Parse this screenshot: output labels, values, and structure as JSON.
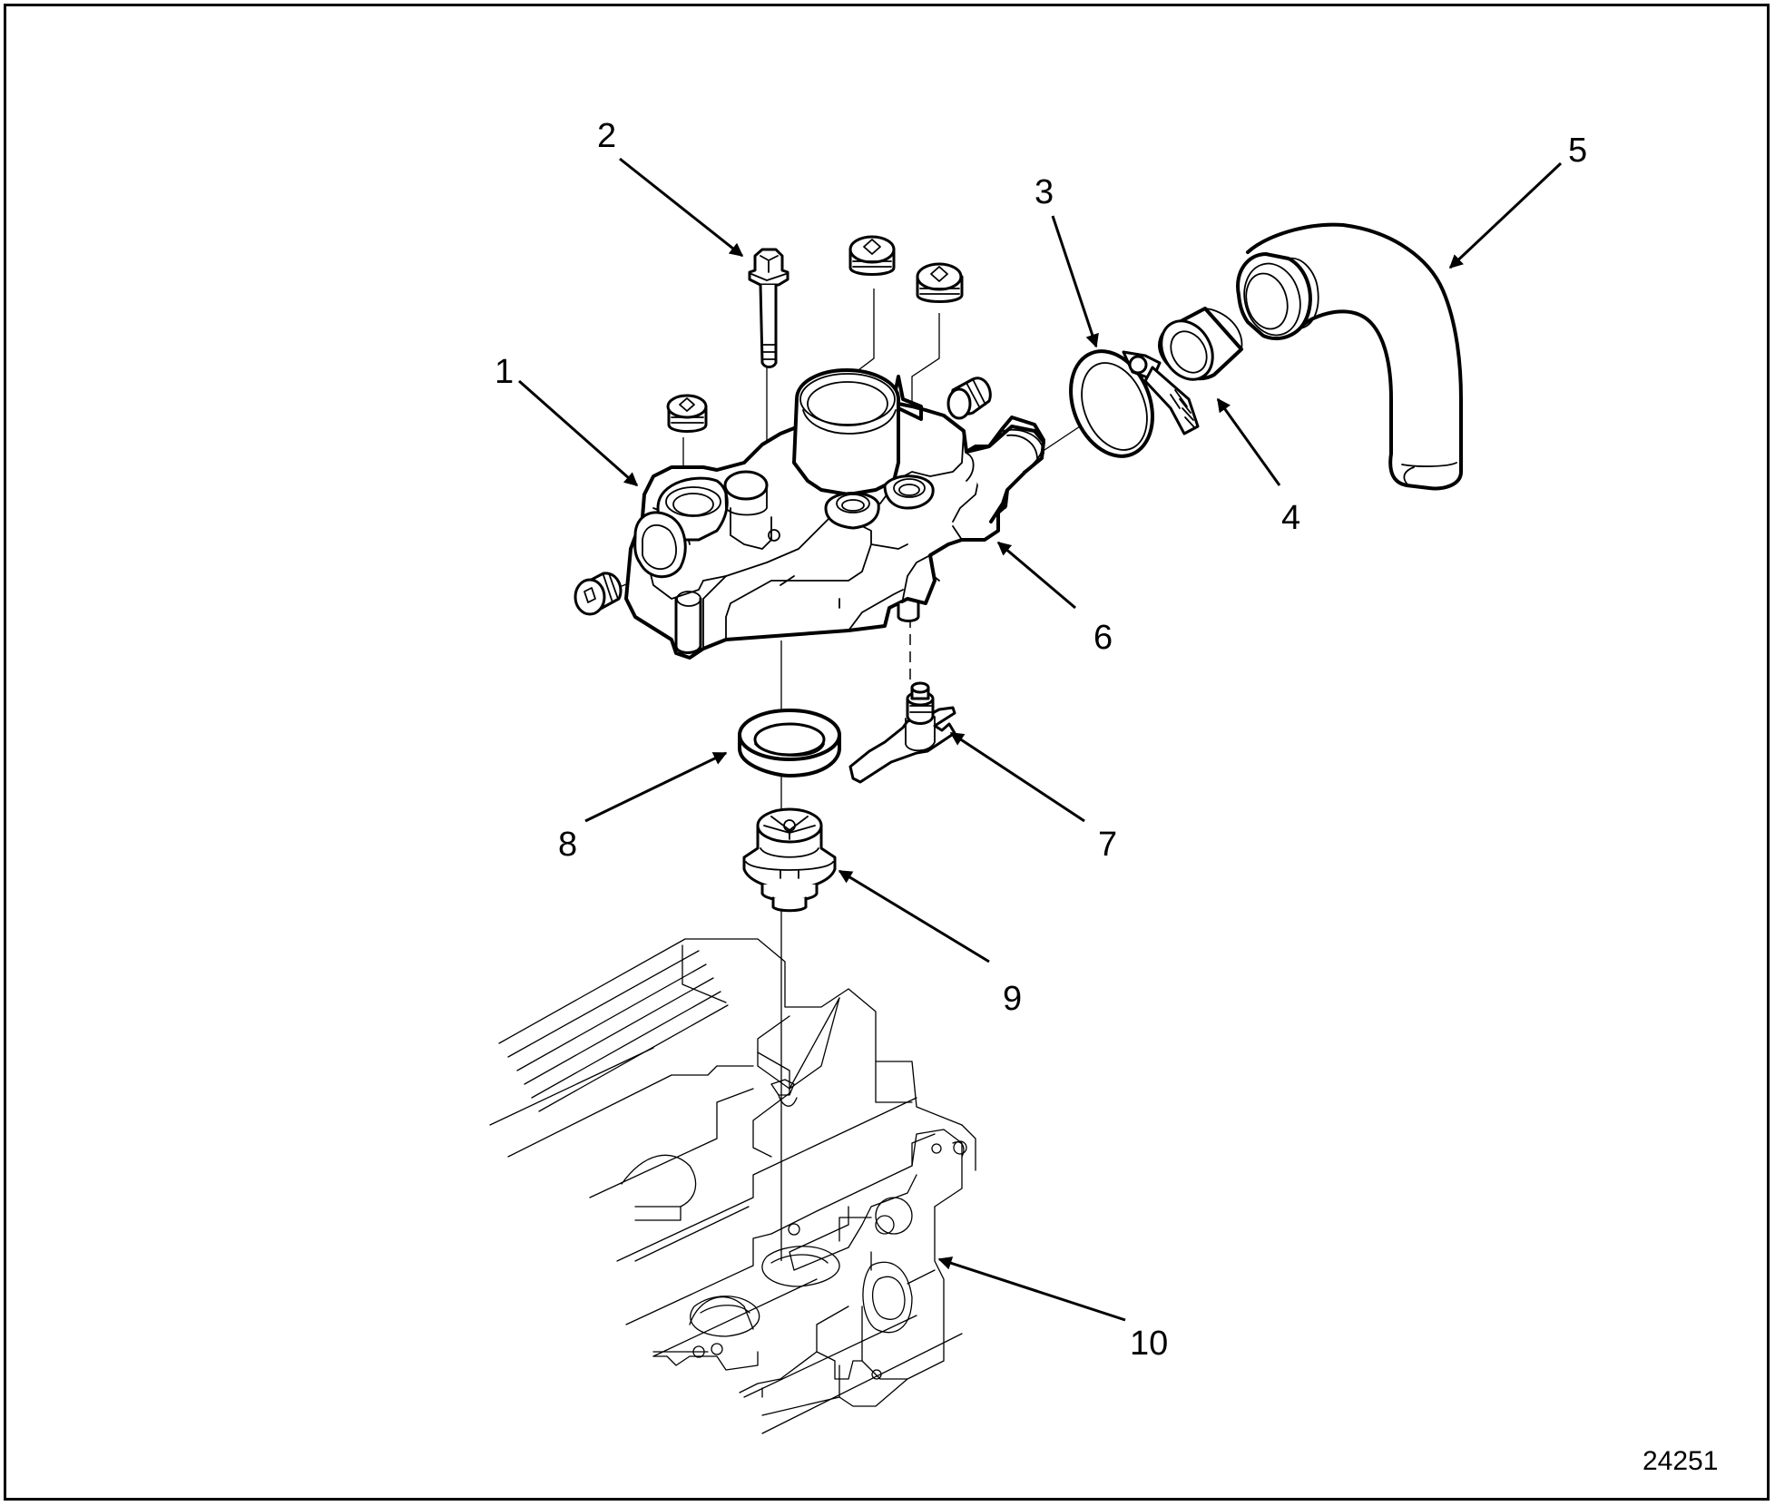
{
  "callouts": {
    "c1": "1",
    "c2": "2",
    "c3": "3",
    "c4": "4",
    "c5": "5",
    "c6": "6",
    "c7": "7",
    "c8": "8",
    "c9": "9",
    "c10": "10"
  },
  "figure_id": "24251"
}
